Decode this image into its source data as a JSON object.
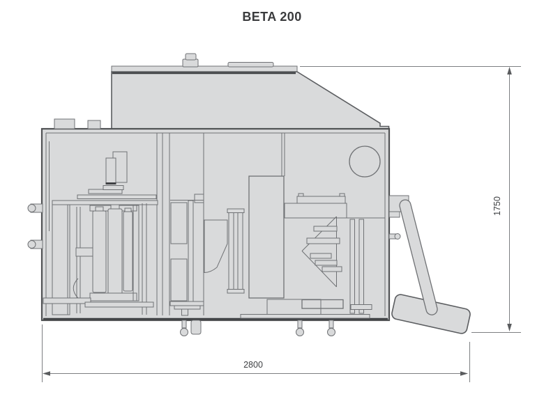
{
  "page": {
    "title": "BETA 200"
  },
  "drawing": {
    "dimensions": {
      "width_label": "2800",
      "height_label": "1750"
    },
    "colors": {
      "machine_fill": "#d9dadb",
      "outline_dark": "#505254",
      "outline_medium": "#6f7174",
      "dimension_line": "#7c7e81",
      "label_text": "#3e4043",
      "background": "#ffffff"
    }
  }
}
